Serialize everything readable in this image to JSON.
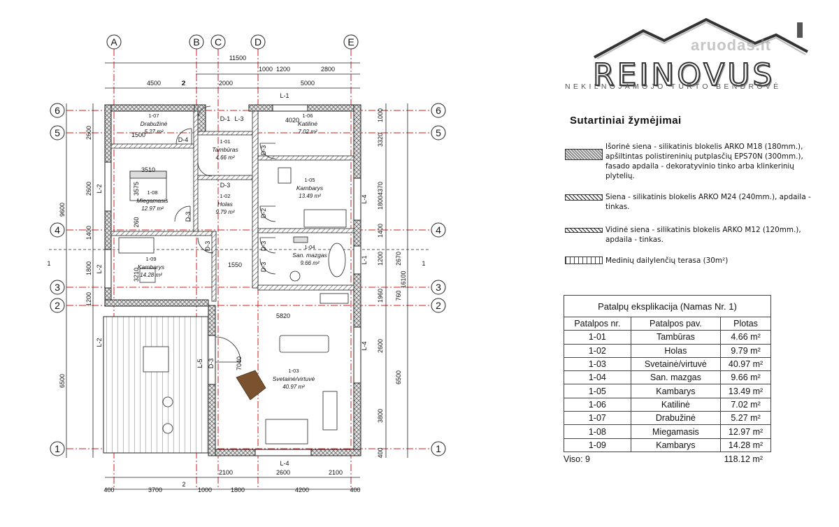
{
  "plan": {
    "axes_letters": [
      "A",
      "B",
      "C",
      "D",
      "E"
    ],
    "axes_numbers": [
      "6",
      "5",
      "4",
      "3",
      "2",
      "1"
    ],
    "rooms": [
      {
        "code": "1-07",
        "name": "Drabužinė",
        "area": "5.27 m²"
      },
      {
        "code": "1-01",
        "name": "Tambūras",
        "area": "4.66 m²"
      },
      {
        "code": "1-06",
        "name": "Katilinė",
        "area": "7.02 m²"
      },
      {
        "code": "1-08",
        "name": "Miegamasis",
        "area": "12.97 m²"
      },
      {
        "code": "1-02",
        "name": "Holas",
        "area": "9.79 m²"
      },
      {
        "code": "1-05",
        "name": "Kambarys",
        "area": "13.49 m²"
      },
      {
        "code": "1-09",
        "name": "Kambarys",
        "area": "14.28 m²"
      },
      {
        "code": "1-04",
        "name": "San. mazgas",
        "area": "9.66 m²"
      },
      {
        "code": "1-03",
        "name": "Svetainė/virtuvė",
        "area": "40.97 m²"
      }
    ],
    "dims_top_row1": [
      "11500"
    ],
    "dims_top_row2": [
      "1000",
      "1200",
      "2800"
    ],
    "dims_top_row3": [
      "4500",
      "2",
      "2000",
      "5000"
    ],
    "dims_bottom_row1": [
      "2100",
      "2600",
      "2100"
    ],
    "dims_bottom_row2": [
      "400",
      "3700",
      "1000",
      "1800",
      "4200",
      "400"
    ],
    "dims_left_outer": [
      "9600",
      "6500"
    ],
    "dims_left_inner": [
      "2600",
      "2600",
      "1400",
      "1800",
      "1200"
    ],
    "dims_right_inner": [
      "1000",
      "3320",
      "4370",
      "1800",
      "1400",
      "1200",
      "2670",
      "1960",
      "760",
      "2600",
      "6500",
      "3800",
      "400"
    ],
    "dims_right_outer": [
      "16100"
    ],
    "inner_dims": [
      "1500",
      "4020",
      "3510",
      "3575",
      "260",
      "3210",
      "1550",
      "5820",
      "7040"
    ],
    "door_tags": [
      "D-1",
      "L-3",
      "D-4",
      "D-3",
      "D-3",
      "D-2",
      "D-3",
      "D-3",
      "D-3",
      "D-3",
      "D-3"
    ],
    "window_tags": [
      "L-1",
      "L-2",
      "L-4",
      "L-2",
      "L-1",
      "L-2",
      "L-4",
      "L-5",
      "L-4"
    ],
    "section_marks": [
      "1",
      "1",
      "2",
      "2"
    ]
  },
  "logo": {
    "word": "REINOVUS",
    "subtitle": "NEKILNOJAMOJO TURTO BENDROVĖ",
    "watermark": "aruodas.lt"
  },
  "legend": {
    "title": "Sutartiniai žymėjimai",
    "items": [
      {
        "text": "Išorinė siena - silikatinis blokelis ARKO M18 (180mm.), apšiltintas polistireninių putplasčių EPS70N (300mm.), fasado apdaila - dekoratyvinio tinko arba klinkerinių plytelių."
      },
      {
        "text": "Siena - silikatinis blokelis ARKO M24 (240mm.), apdaila - tinkas."
      },
      {
        "text": "Vidinė siena - silikatinis blokelis ARKO M12 (120mm.), apdaila - tinkas."
      },
      {
        "text": "Medinių dailylenčių terasa (30m²)"
      }
    ]
  },
  "explication": {
    "title": "Patalpų eksplikacija (Namas Nr. 1)",
    "headers": [
      "Patalpos nr.",
      "Patalpos pav.",
      "Plotas"
    ],
    "rows": [
      [
        "1-01",
        "Tambūras",
        "4.66 m²"
      ],
      [
        "1-02",
        "Holas",
        "9.79 m²"
      ],
      [
        "1-03",
        "Svetainė/virtuvė",
        "40.97 m²"
      ],
      [
        "1-04",
        "San. mazgas",
        "9.66 m²"
      ],
      [
        "1-05",
        "Kambarys",
        "13.49 m²"
      ],
      [
        "1-06",
        "Katilinė",
        "7.02 m²"
      ],
      [
        "1-07",
        "Drabužinė",
        "5.27 m²"
      ],
      [
        "1-08",
        "Miegamasis",
        "12.97 m²"
      ],
      [
        "1-09",
        "Kambarys",
        "14.28 m²"
      ]
    ],
    "total_label": "Viso: 9",
    "total_value": "118.12 m²"
  },
  "colors": {
    "axis_red": "#d21f1f",
    "wall": "#222222",
    "hatch": "#7a7a7a",
    "ink": "#111111"
  }
}
